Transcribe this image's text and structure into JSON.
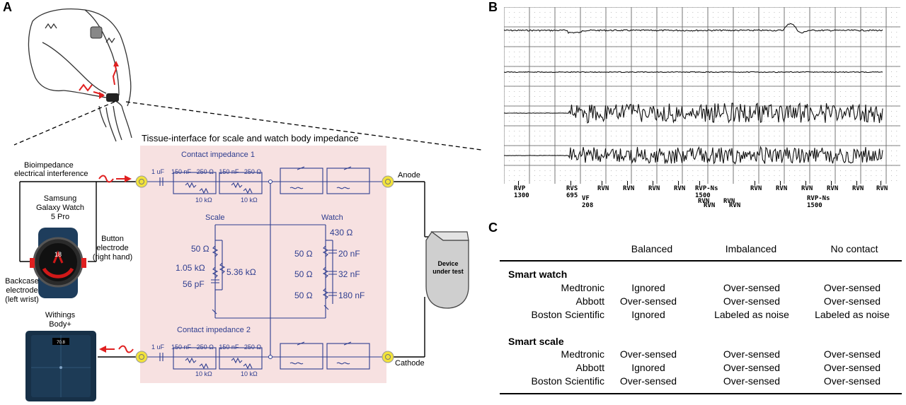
{
  "panel_a": {
    "letter": "A",
    "tissue_title": "Tissue-interface for scale and watch body impedance",
    "contact1_label": "Contact impedance 1",
    "contact2_label": "Contact impedance 2",
    "bioimpedance_label": "Bioimpedance",
    "interference_label": "electrical interference",
    "watch_name": [
      "Samsung",
      "Galaxy Watch",
      "5 Pro"
    ],
    "button_electrode": [
      "Button",
      "electrode",
      "(right hand)"
    ],
    "backcase_electrode": [
      "Backcase",
      "electrode",
      "(left wrist)"
    ],
    "scale_name": [
      "Withings",
      "Body+"
    ],
    "anode_label": "Anode",
    "cathode_label": "Cathode",
    "device_label": [
      "Device",
      "under test"
    ],
    "scale_branch_label": "Scale",
    "watch_branch_label": "Watch",
    "contact_components": {
      "c1": "1 uF",
      "c2": "150 nF",
      "r1": "250 Ω",
      "c3": "150 nF",
      "r2": "250 Ω",
      "r3": "10 kΩ",
      "r4": "10 kΩ"
    },
    "scale_components": {
      "r1": "50 Ω",
      "r2": "1.05 kΩ",
      "c1": "56 pF",
      "r3": "5.36 kΩ"
    },
    "watch_components": {
      "r0": "430 Ω",
      "r1": "50 Ω",
      "c1": "20 nF",
      "r2": "50 Ω",
      "c2": "32 nF",
      "r3": "50 Ω",
      "c3": "180 nF"
    },
    "watch_face_number": "18",
    "scale_display": "70.8"
  },
  "panel_b": {
    "letter": "B",
    "markers": [
      {
        "label": "RVP",
        "sub": "1300"
      },
      {
        "label": "RVS",
        "sub": "695"
      },
      {
        "label": "VF",
        "sub": "208"
      },
      {
        "label": "RVN"
      },
      {
        "label": "RVN"
      },
      {
        "label": "RVN"
      },
      {
        "label": "RVN"
      },
      {
        "label": "RVN"
      },
      {
        "label": "RVP-Ns",
        "sub": "1500"
      },
      {
        "label": "RVN"
      },
      {
        "label": "RVN"
      },
      {
        "label": "RVN"
      },
      {
        "label": "RVN"
      },
      {
        "label": "RVN"
      },
      {
        "label": "RVN"
      },
      {
        "label": "RVN"
      },
      {
        "label": "RVP-Ns",
        "sub": "1500"
      },
      {
        "label": "RVN"
      },
      {
        "label": "RVN"
      }
    ]
  },
  "panel_c": {
    "letter": "C",
    "columns": [
      "Balanced",
      "Imbalanced",
      "No contact"
    ],
    "sections": [
      {
        "title": "Smart watch",
        "rows": [
          {
            "maker": "Medtronic",
            "values": [
              "Ignored",
              "Over-sensed",
              "Over-sensed"
            ]
          },
          {
            "maker": "Abbott",
            "values": [
              "Over-sensed",
              "Over-sensed",
              "Over-sensed"
            ]
          },
          {
            "maker": "Boston Scientific",
            "values": [
              "Ignored",
              "Labeled as noise",
              "Labeled as noise"
            ]
          }
        ]
      },
      {
        "title": "Smart scale",
        "rows": [
          {
            "maker": "Medtronic",
            "values": [
              "Over-sensed",
              "Over-sensed",
              "Over-sensed"
            ]
          },
          {
            "maker": "Abbott",
            "values": [
              "Ignored",
              "Over-sensed",
              "Over-sensed"
            ]
          },
          {
            "maker": "Boston Scientific",
            "values": [
              "Over-sensed",
              "Over-sensed",
              "Over-sensed"
            ]
          }
        ]
      }
    ]
  },
  "colors": {
    "schematic_blue": "#2e3d8f",
    "tissue_bg": "#f7e1e1",
    "arrow_red": "#e02020",
    "electrode_yellow": "#f2e33a"
  }
}
